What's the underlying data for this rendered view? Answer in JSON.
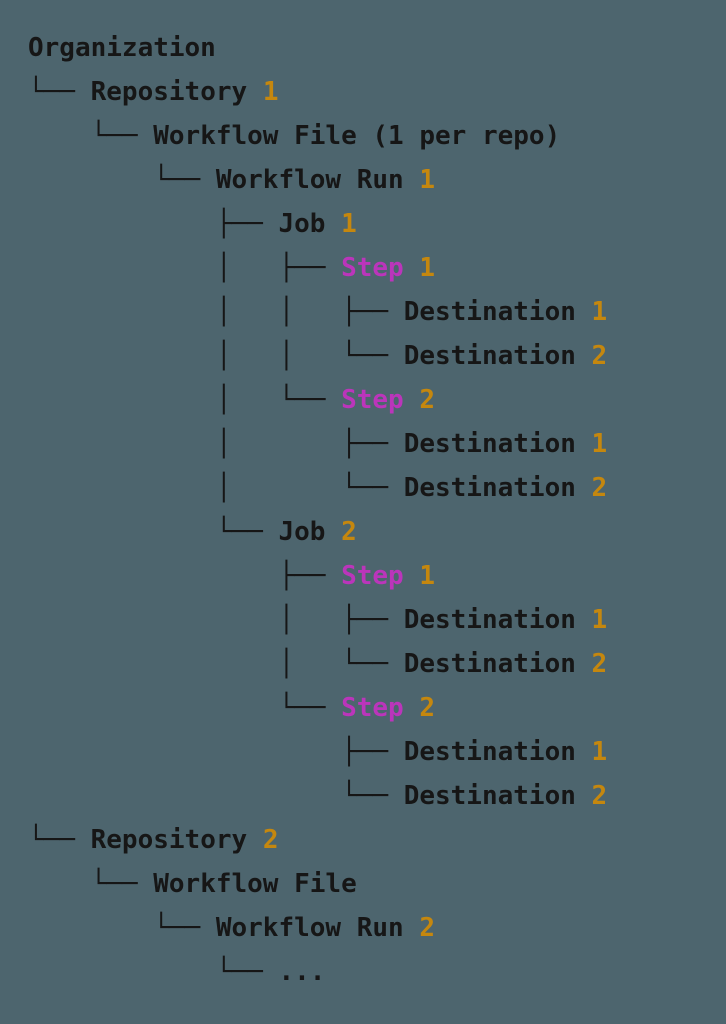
{
  "palette": {
    "background": "#4d656e",
    "text": "#161616",
    "number_accent": "#c5870e",
    "step_accent": "#bb35bb"
  },
  "tree": {
    "title": "Organization",
    "lines": [
      {
        "prefix": "",
        "label": "Organization",
        "num": ""
      },
      {
        "prefix": "└── ",
        "label": "Repository ",
        "num": "1"
      },
      {
        "prefix": "    └── ",
        "label": "Workflow File (1 per repo)",
        "num": ""
      },
      {
        "prefix": "        └── ",
        "label": "Workflow Run ",
        "num": "1"
      },
      {
        "prefix": "            ├── ",
        "label": "Job ",
        "num": "1"
      },
      {
        "prefix": "            │   ├── ",
        "label": "Step ",
        "num": "1"
      },
      {
        "prefix": "            │   │   ├── ",
        "label": "Destination ",
        "num": "1"
      },
      {
        "prefix": "            │   │   └── ",
        "label": "Destination ",
        "num": "2"
      },
      {
        "prefix": "            │   └── ",
        "label": "Step ",
        "num": "2"
      },
      {
        "prefix": "            │       ├── ",
        "label": "Destination ",
        "num": "1"
      },
      {
        "prefix": "            │       └── ",
        "label": "Destination ",
        "num": "2"
      },
      {
        "prefix": "            └── ",
        "label": "Job ",
        "num": "2"
      },
      {
        "prefix": "                ├── ",
        "label": "Step ",
        "num": "1"
      },
      {
        "prefix": "                │   ├── ",
        "label": "Destination ",
        "num": "1"
      },
      {
        "prefix": "                │   └── ",
        "label": "Destination ",
        "num": "2"
      },
      {
        "prefix": "                └── ",
        "label": "Step ",
        "num": "2"
      },
      {
        "prefix": "                    ├── ",
        "label": "Destination ",
        "num": "1"
      },
      {
        "prefix": "                    └── ",
        "label": "Destination ",
        "num": "2"
      },
      {
        "prefix": "└── ",
        "label": "Repository ",
        "num": "2"
      },
      {
        "prefix": "    └── ",
        "label": "Workflow File",
        "num": ""
      },
      {
        "prefix": "        └── ",
        "label": "Workflow Run ",
        "num": "2"
      },
      {
        "prefix": "            └── ",
        "label": "...",
        "num": ""
      }
    ]
  }
}
